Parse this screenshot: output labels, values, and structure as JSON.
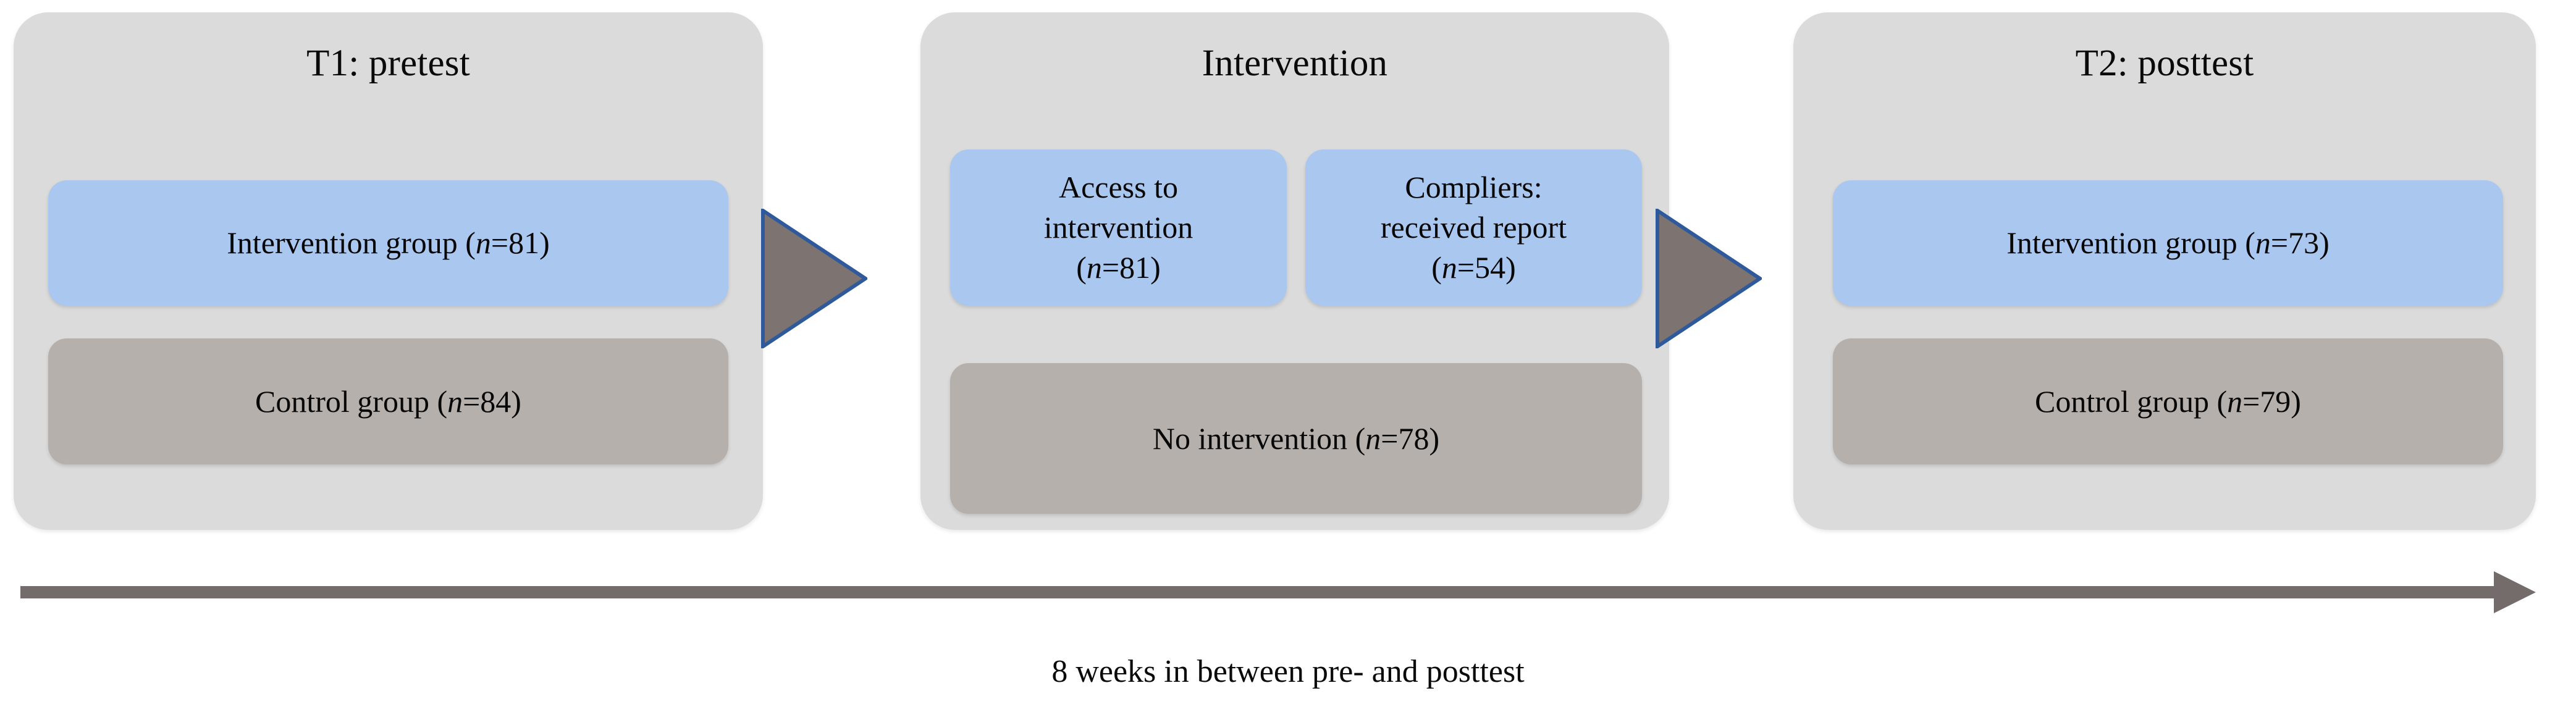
{
  "figure": {
    "type": "study-flow-diagram",
    "caption": "8 weeks in between pre- and posttest",
    "colors": {
      "panel_bg": "#dbdbdb",
      "intervention_box": "#a9c7ef",
      "control_box": "#b6b0ac",
      "arrow_fill": "#7d7370",
      "arrow_outline": "#2e5a9c",
      "timeline": "#746c6a",
      "text": "#0a0a0a"
    }
  },
  "stages": [
    {
      "id": "t1-pretest",
      "title": "T1: pretest",
      "boxes": [
        {
          "id": "t1-intervention-group",
          "kind": "intervention",
          "label": "Intervention group (",
          "n_symbol": "n",
          "n_value": "=81)",
          "full_text": "Intervention group (n=81)"
        },
        {
          "id": "t1-control-group",
          "kind": "control",
          "label": "Control group (",
          "n_symbol": "n",
          "n_value": "=84)",
          "full_text": "Control group (n=84)"
        }
      ]
    },
    {
      "id": "intervention",
      "title": "Intervention",
      "boxes": [
        {
          "id": "access-to-intervention",
          "kind": "intervention",
          "line1": "Access to",
          "line2": "intervention",
          "label": "(",
          "n_symbol": "n",
          "n_value": "=81)",
          "full_text": "Access to intervention (n=81)"
        },
        {
          "id": "compliers-received-report",
          "kind": "intervention",
          "line1": "Compliers:",
          "line2": "received report",
          "label": "(",
          "n_symbol": "n",
          "n_value": "=54)",
          "full_text": "Compliers: received report (n=54)"
        },
        {
          "id": "no-intervention",
          "kind": "control",
          "label": "No intervention (",
          "n_symbol": "n",
          "n_value": "=78)",
          "full_text": "No intervention (n=78)"
        }
      ]
    },
    {
      "id": "t2-posttest",
      "title": "T2: posttest",
      "boxes": [
        {
          "id": "t2-intervention-group",
          "kind": "intervention",
          "label": "Intervention group (",
          "n_symbol": "n",
          "n_value": "=73)",
          "full_text": "Intervention group (n=73)"
        },
        {
          "id": "t2-control-group",
          "kind": "control",
          "label": "Control group (",
          "n_symbol": "n",
          "n_value": "=79)",
          "full_text": "Control group (n=79)"
        }
      ]
    }
  ],
  "connectors": [
    {
      "id": "arrow-t1-to-intervention",
      "from": "t1-pretest",
      "to": "intervention"
    },
    {
      "id": "arrow-intervention-to-t2",
      "from": "intervention",
      "to": "t2-posttest"
    }
  ],
  "timeline": {
    "id": "study-timeline",
    "direction": "left-to-right",
    "label": "8 weeks in between pre- and posttest"
  }
}
